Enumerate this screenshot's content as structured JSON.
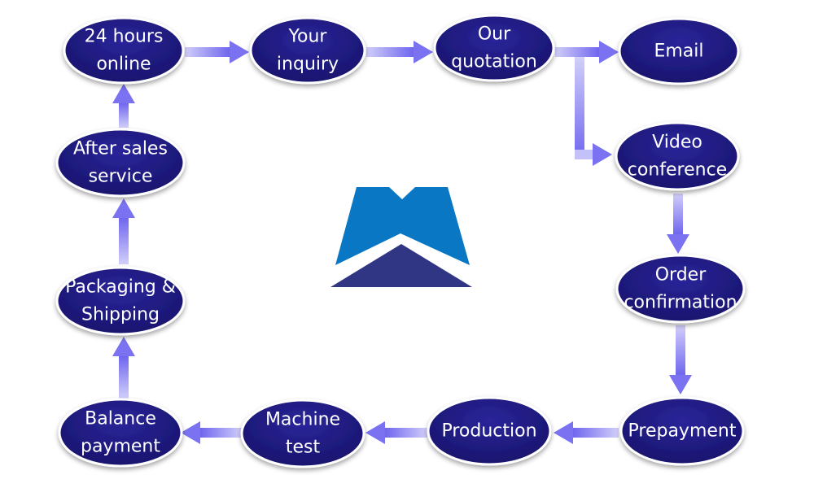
{
  "colors": {
    "node_fill": "#1f1b7a",
    "node_edge": "#ffffff",
    "arrow": "#7a72f0",
    "arrow_light": "#c4c0f8",
    "logo_blue": "#0a77c4",
    "logo_navy": "#303684"
  },
  "logo": {
    "icon": "company-mountain-logo"
  },
  "nodes": [
    {
      "id": "online",
      "lines": [
        "24 hours",
        "online"
      ]
    },
    {
      "id": "inquiry",
      "lines": [
        "Your",
        "inquiry"
      ]
    },
    {
      "id": "quotation",
      "lines": [
        "Our",
        "quotation"
      ]
    },
    {
      "id": "email",
      "lines": [
        "Email"
      ]
    },
    {
      "id": "video-conference",
      "lines": [
        "Video",
        "conference"
      ]
    },
    {
      "id": "order-confirmation",
      "lines": [
        "Order",
        "confirmation"
      ]
    },
    {
      "id": "prepayment",
      "lines": [
        "Prepayment"
      ]
    },
    {
      "id": "production",
      "lines": [
        "Production"
      ]
    },
    {
      "id": "machine-test",
      "lines": [
        "Machine",
        "test"
      ]
    },
    {
      "id": "balance-payment",
      "lines": [
        "Balance",
        "payment"
      ]
    },
    {
      "id": "packaging-shipping",
      "lines": [
        "Packaging &",
        "Shipping"
      ]
    },
    {
      "id": "after-sales-service",
      "lines": [
        "After sales",
        "service"
      ]
    }
  ],
  "edges": [
    {
      "from": "online",
      "to": "inquiry"
    },
    {
      "from": "inquiry",
      "to": "quotation"
    },
    {
      "from": "quotation",
      "to": "email"
    },
    {
      "from": "quotation",
      "to": "video-conference"
    },
    {
      "from": "video-conference",
      "to": "order-confirmation"
    },
    {
      "from": "order-confirmation",
      "to": "prepayment"
    },
    {
      "from": "prepayment",
      "to": "production"
    },
    {
      "from": "production",
      "to": "machine-test"
    },
    {
      "from": "machine-test",
      "to": "balance-payment"
    },
    {
      "from": "balance-payment",
      "to": "packaging-shipping"
    },
    {
      "from": "packaging-shipping",
      "to": "after-sales-service"
    },
    {
      "from": "after-sales-service",
      "to": "online"
    }
  ]
}
